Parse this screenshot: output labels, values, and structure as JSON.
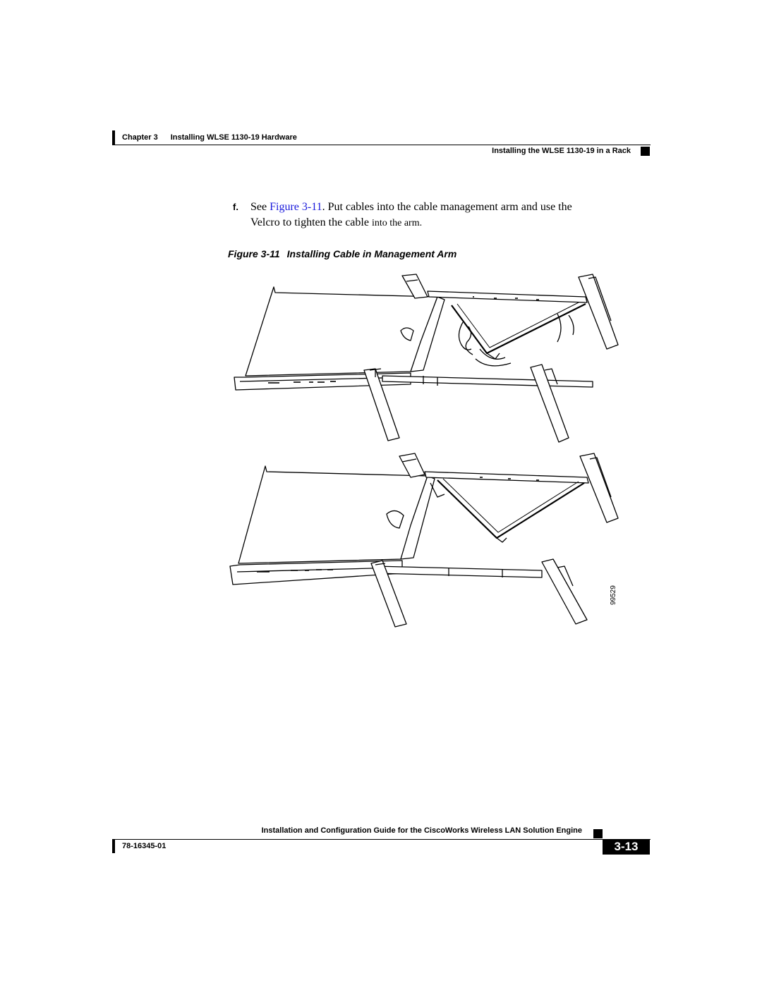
{
  "header": {
    "chapter_label": "Chapter 3",
    "chapter_title": "Installing WLSE 1130-19 Hardware",
    "section_title": "Installing the WLSE 1130-19 in a Rack"
  },
  "step": {
    "marker": "f.",
    "text_before_link": "See ",
    "link_text": "Figure 3-11",
    "text_after_link": ". Put cables into the cable management arm and use the",
    "line2_main": "Velcro to tighten the cable ",
    "line2_small": "into the arm."
  },
  "figure": {
    "caption_label": "Figure 3-11",
    "caption_title": "Installing Cable in Management Arm",
    "image_id": "99529"
  },
  "footer": {
    "guide_title": "Installation and Configuration Guide for the CiscoWorks Wireless LAN Solution Engine",
    "doc_number": "78-16345-01",
    "page_number": "3-13"
  }
}
